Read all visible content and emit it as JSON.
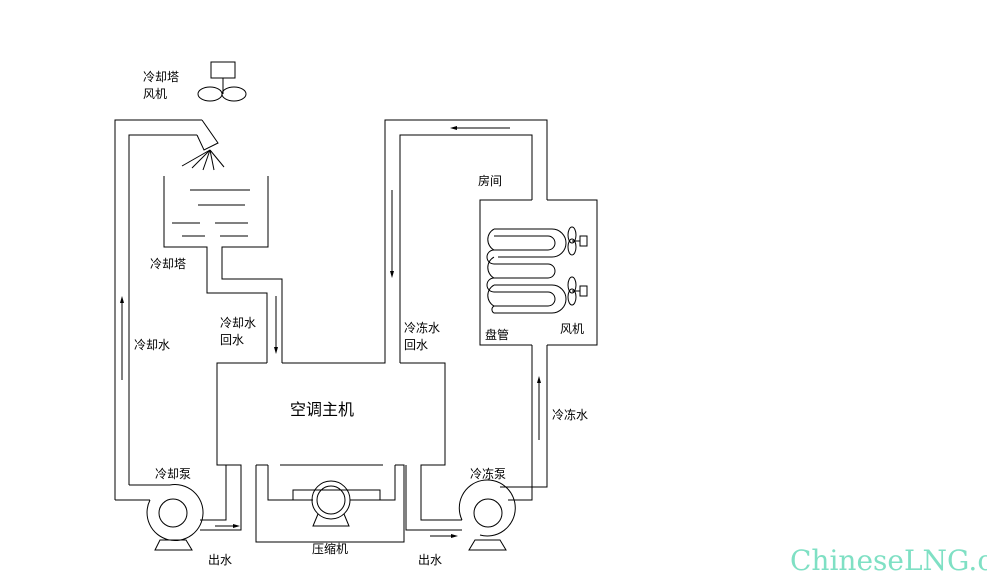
{
  "labels": {
    "tower_fan": "冷却塔",
    "tower_fan2": "风机",
    "cooling_tower": "冷却塔",
    "cooling_water": "冷却水",
    "cooling_return_1": "冷却水",
    "cooling_return_2": "回水",
    "chiller": "空调主机",
    "cooling_pump": "冷却泵",
    "outlet_left": "出水",
    "compressor": "压缩机",
    "outlet_right": "出水",
    "chilled_pump": "冷冻泵",
    "chilled_water": "冷冻水",
    "chilled_return_1": "冷冻水",
    "chilled_return_2": "回水",
    "room": "房间",
    "coil": "盘管",
    "room_fan": "风机"
  },
  "watermark": "ChineseLNG.cn"
}
